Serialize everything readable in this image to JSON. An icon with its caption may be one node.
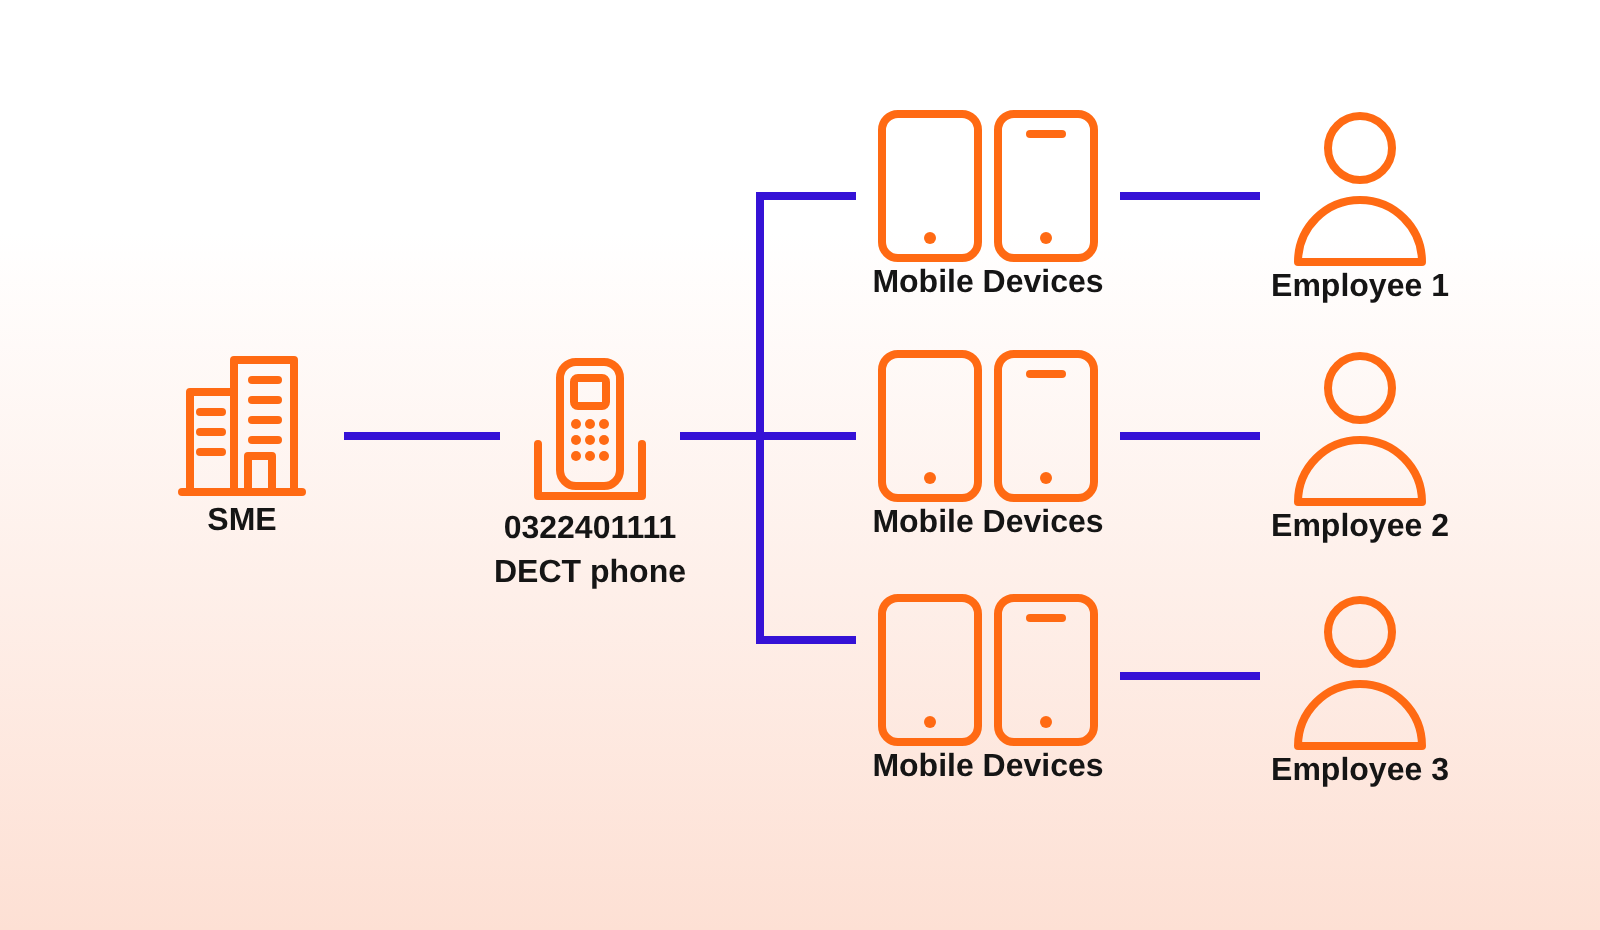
{
  "diagram": {
    "nodes": [
      {
        "text": [
          "SME"
        ]
      },
      {
        "text": [
          "0322401111",
          "DECT phone"
        ]
      },
      {
        "text": [
          "Mobile Devices"
        ]
      },
      {
        "text": [
          "Employee 1"
        ]
      },
      {
        "text": [
          "Mobile Devices"
        ]
      },
      {
        "text": [
          "Employee 2"
        ]
      },
      {
        "text": [
          "Mobile Devices"
        ]
      },
      {
        "text": [
          "Employee 3"
        ]
      }
    ],
    "edges": [
      {
        "from": 0,
        "to": 1,
        "arrow": "none"
      },
      {
        "from": 1,
        "to": 2,
        "arrow": "none"
      },
      {
        "from": 1,
        "to": 4,
        "arrow": "none"
      },
      {
        "from": 1,
        "to": 6,
        "arrow": "none"
      },
      {
        "from": 2,
        "to": 3,
        "arrow": "none"
      },
      {
        "from": 4,
        "to": 5,
        "arrow": "none"
      },
      {
        "from": 6,
        "to": 7,
        "arrow": "none"
      }
    ]
  }
}
